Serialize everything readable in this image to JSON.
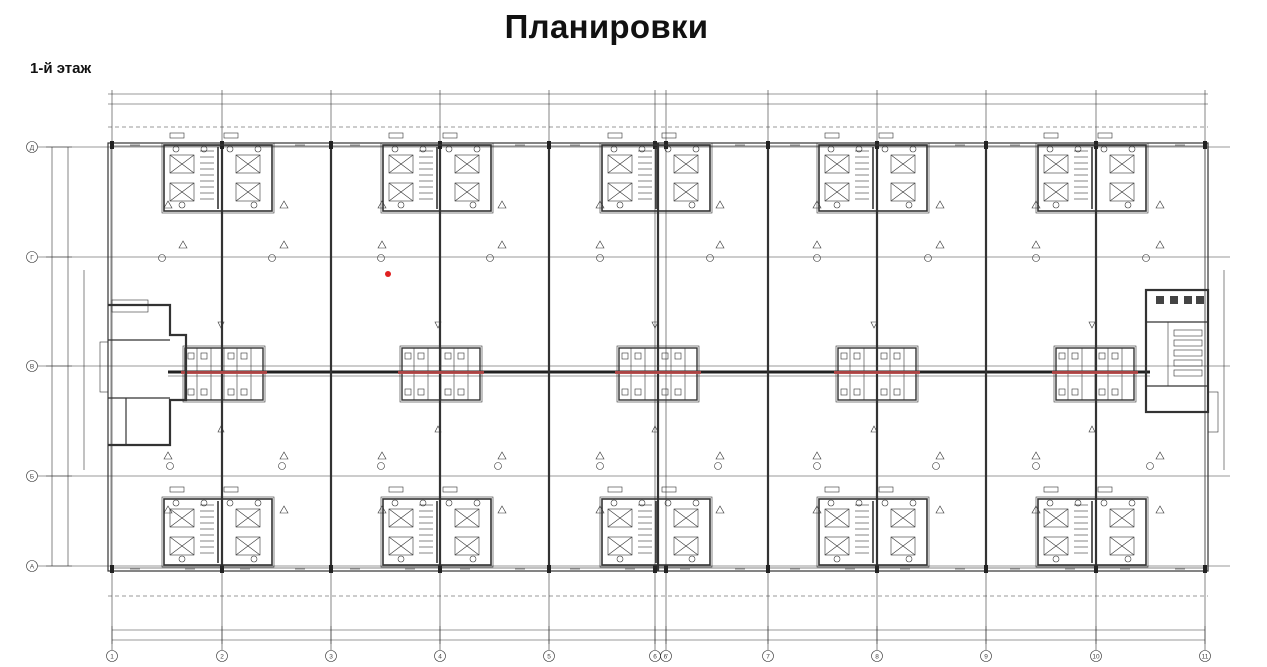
{
  "page": {
    "title": "Планировки",
    "floor_label": "1-й этаж"
  },
  "colors": {
    "line": "#333333",
    "wall": "#222222",
    "accent_dot": "#e02020",
    "highlight": "#c24a4a"
  },
  "plan": {
    "column_axes": [
      "1",
      "2",
      "3",
      "4",
      "5",
      "6",
      "6'",
      "7",
      "8",
      "9",
      "10",
      "11"
    ],
    "row_axes": [
      "Д",
      "Г",
      "В",
      "Б",
      "А"
    ]
  }
}
